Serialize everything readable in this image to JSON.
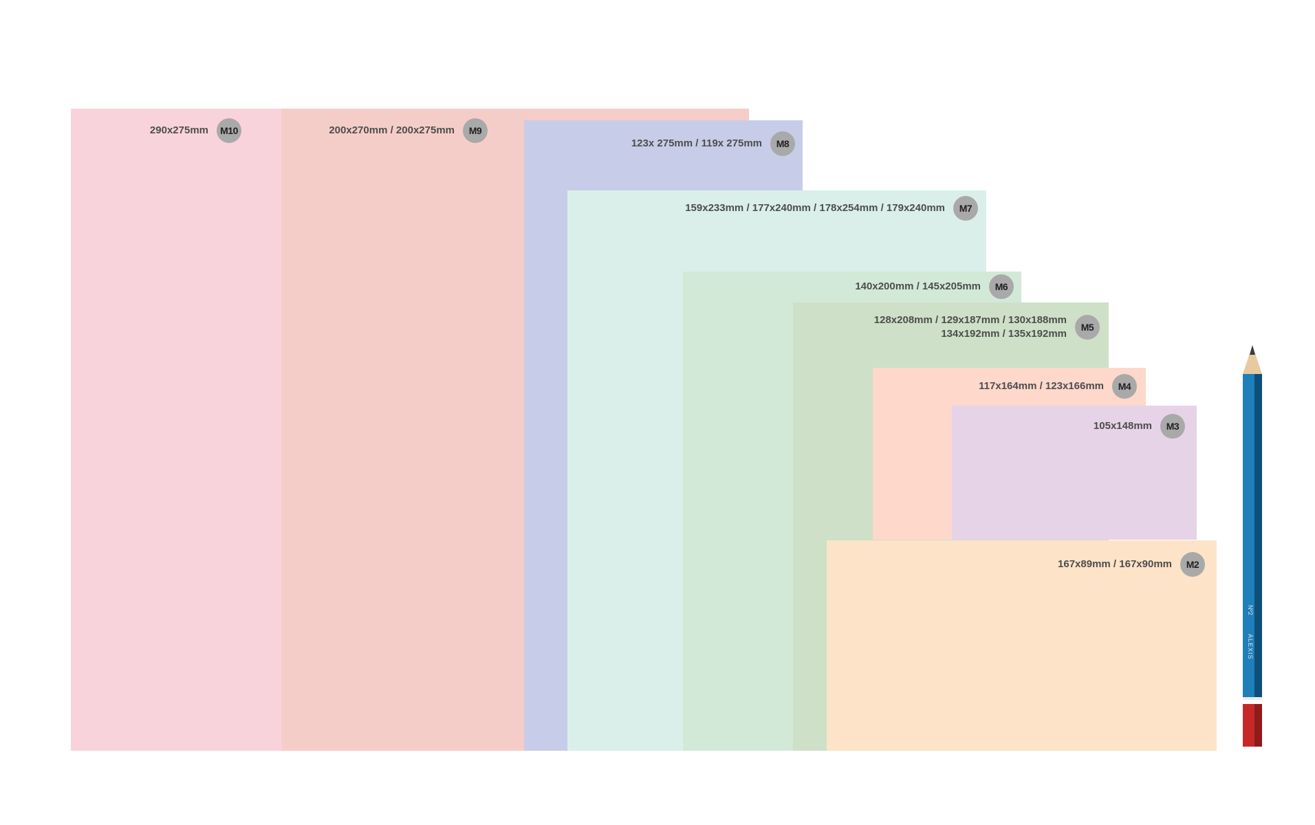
{
  "formats": [
    {
      "id": "m10",
      "code": "M10",
      "sizes": [
        "290x275mm"
      ],
      "color": "#f9d3dc"
    },
    {
      "id": "m9",
      "code": "M9",
      "sizes": [
        "200x270mm / 200x275mm"
      ],
      "color": "#f5cdc8"
    },
    {
      "id": "m8",
      "code": "M8",
      "sizes": [
        "123x 275mm / 119x 275mm"
      ],
      "color": "#c7cde8"
    },
    {
      "id": "m7",
      "code": "M7",
      "sizes": [
        "159x233mm / 177x240mm / 178x254mm / 179x240mm"
      ],
      "color": "#daefea"
    },
    {
      "id": "m6",
      "code": "M6",
      "sizes": [
        "140x200mm / 145x205mm"
      ],
      "color": "#d3e9d8"
    },
    {
      "id": "m5",
      "code": "M5",
      "sizes": [
        "128x208mm / 129x187mm / 130x188mm",
        "134x192mm / 135x192mm"
      ],
      "color": "#cee0c8"
    },
    {
      "id": "m4",
      "code": "M4",
      "sizes": [
        "117x164mm / 123x166mm"
      ],
      "color": "#fdd8cb"
    },
    {
      "id": "m3",
      "code": "M3",
      "sizes": [
        "105x148mm"
      ],
      "color": "#e7d3e7"
    },
    {
      "id": "m2",
      "code": "M2",
      "sizes": [
        "167x89mm / 167x90mm"
      ],
      "color": "#fde3c8"
    }
  ],
  "pencil": {
    "brand": "ALEXIS",
    "grade": "Nº2",
    "colors": {
      "body": "#1f7fb8",
      "shade": "#0d4f78",
      "eraser": "#c62828",
      "wood": "#e8c9a0",
      "lead": "#3a3a3a"
    }
  }
}
